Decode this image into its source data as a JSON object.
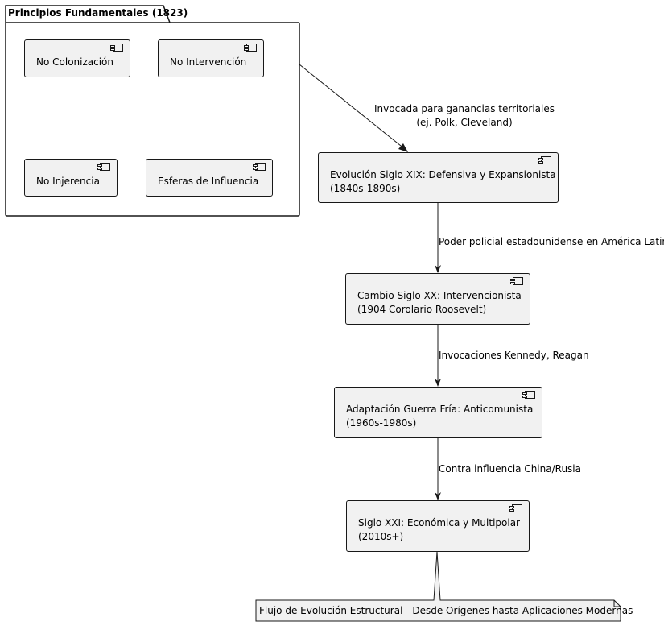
{
  "package": {
    "title": "Principios Fundamentales (1823)"
  },
  "principles": [
    {
      "label": "No Colonización"
    },
    {
      "label": "No Intervención"
    },
    {
      "label": "No Injerencia"
    },
    {
      "label": "Esferas de Influencia"
    }
  ],
  "stages": [
    {
      "line1": "Evolución Siglo XIX: Defensiva y Expansionista",
      "line2": "(1840s-1890s)"
    },
    {
      "line1": "Cambio Siglo XX: Intervencionista",
      "line2": "(1904 Corolario Roosevelt)"
    },
    {
      "line1": "Adaptación Guerra Fría: Anticomunista",
      "line2": "(1960s-1980s)"
    },
    {
      "line1": "Siglo XXI: Económica y Multipolar",
      "line2": "(2010s+)"
    }
  ],
  "edges": [
    {
      "line1": "Invocada para ganancias territoriales",
      "line2": "(ej. Polk, Cleveland)"
    },
    {
      "label": "Poder policial estadounidense en América Latina"
    },
    {
      "label": "Invocaciones Kennedy, Reagan"
    },
    {
      "label": "Contra influencia China/Rusia"
    }
  ],
  "note": {
    "text": "Flujo de Evolución Estructural - Desde Orígenes hasta Aplicaciones Modernas"
  }
}
